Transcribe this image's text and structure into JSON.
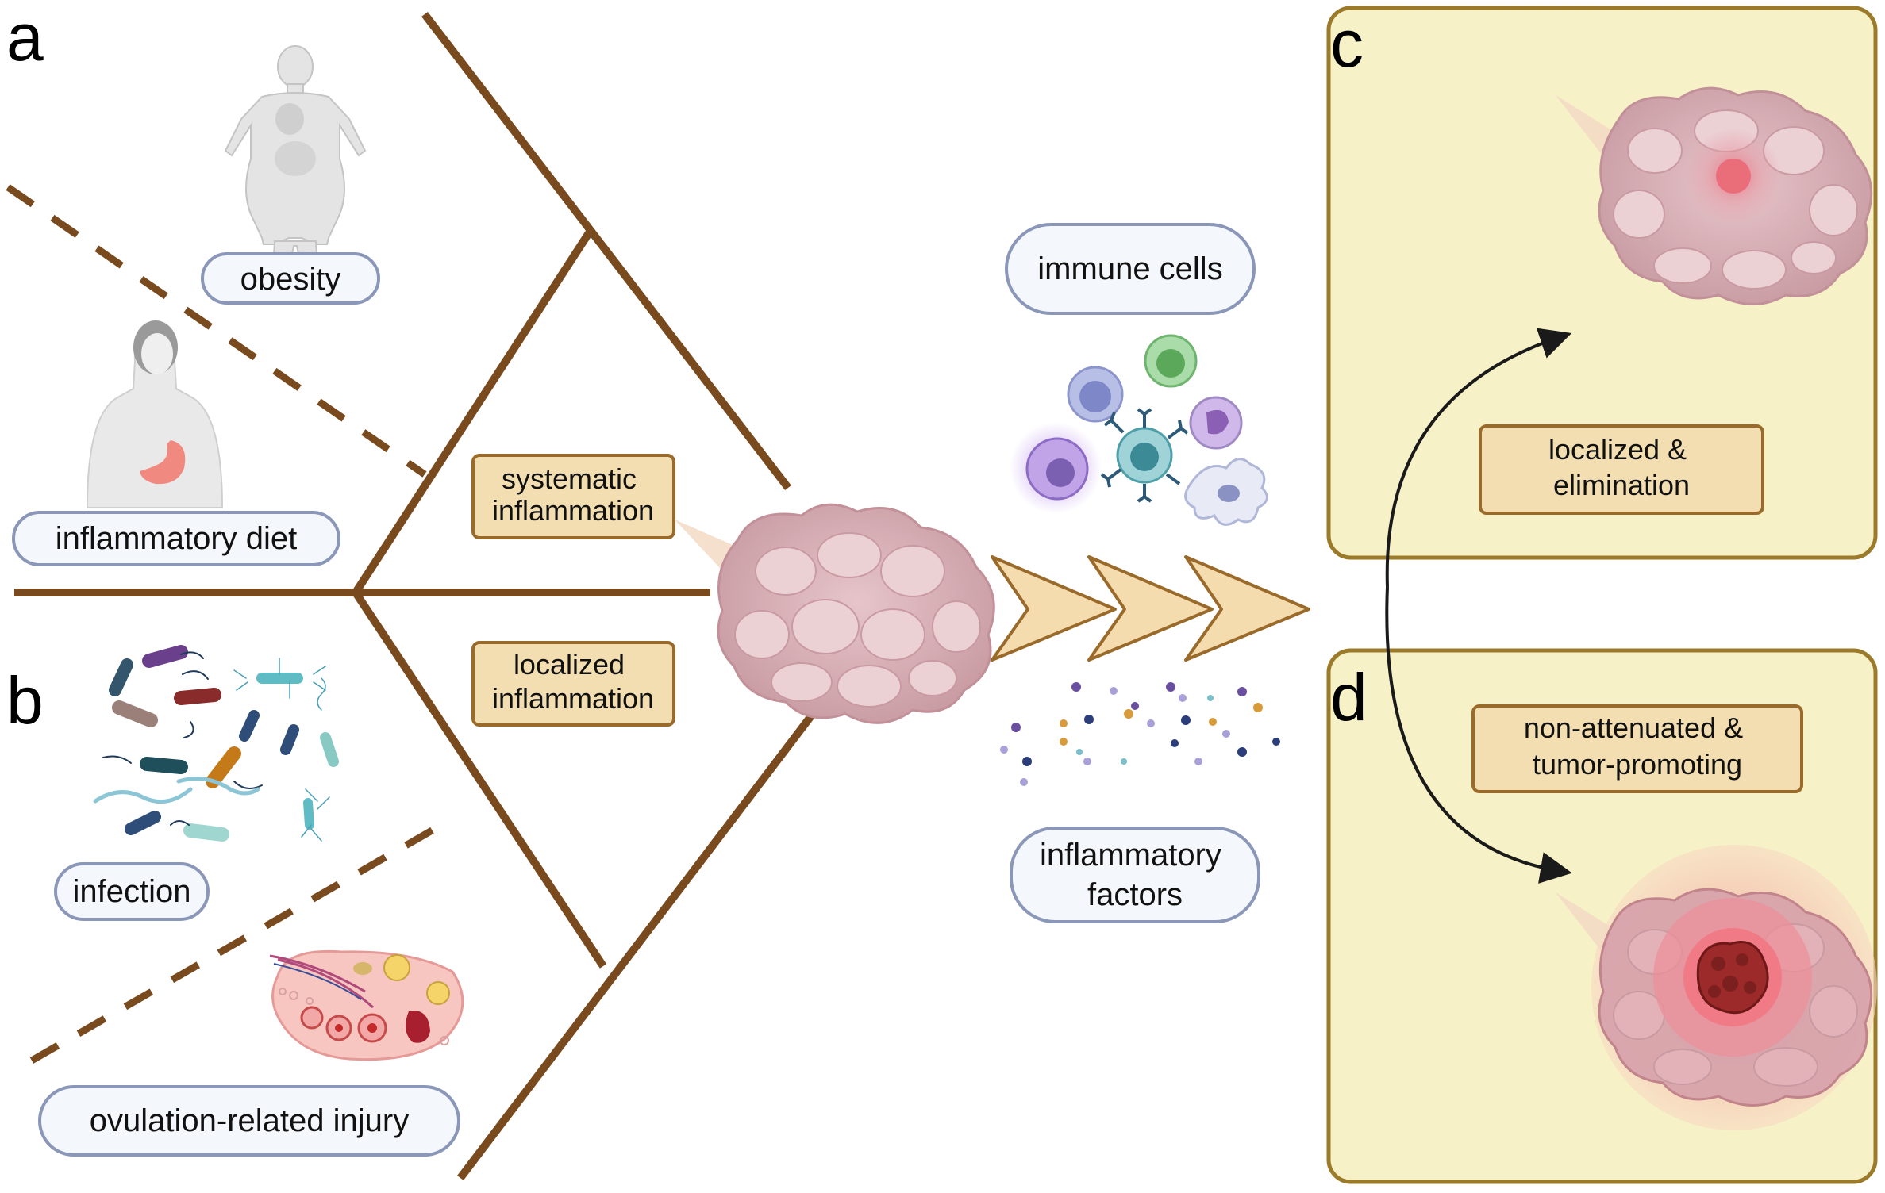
{
  "panels": {
    "a": "a",
    "b": "b",
    "c": "c",
    "d": "d"
  },
  "risk_factors": {
    "obesity": "obesity",
    "inflammatory_diet": "inflammatory diet",
    "infection": "infection",
    "ovulation_injury": "ovulation-related injury"
  },
  "inflammation_types": {
    "systematic": [
      "systematic",
      "inflammation"
    ],
    "localized": [
      "localized",
      "inflammation"
    ]
  },
  "mediators": {
    "immune_cells": "immune cells",
    "inflammatory_factors": [
      "inflammatory",
      "factors"
    ]
  },
  "outcomes": {
    "elimination": [
      "localized &",
      "elimination"
    ],
    "tumor_promoting": [
      "non-attenuated &",
      "tumor-promoting"
    ]
  },
  "colors": {
    "branch_brown": "#7a4a1f",
    "tag_fill": "#f3deb1",
    "tag_border": "#9a6a2a",
    "pill_fill": "#f4f7fb",
    "pill_border": "#8a97b8",
    "panel_fill": "#f6f1c6",
    "panel_border": "#9b7a2a",
    "tumor_pink": "#d9b2b8",
    "tumor_red": "#9c2a2a",
    "chevron_fill": "#f4dcae"
  },
  "icons": [
    "female-body-obesity-icon",
    "stomach-body-icon",
    "bacteria-icon",
    "ovary-icon",
    "immune-cell-icon",
    "cytokine-dots-icon",
    "tumor-mass-icon"
  ]
}
